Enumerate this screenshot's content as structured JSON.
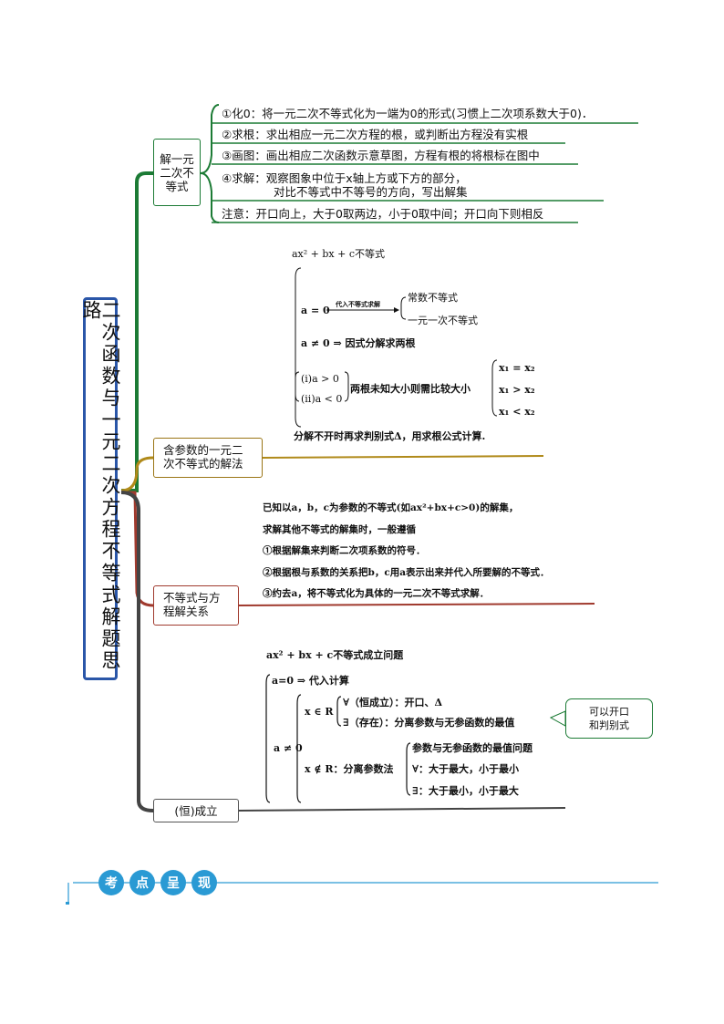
{
  "root_title": "二次函数与一元二次方程不等式解题思路",
  "branch1": {
    "label": "解一元二次不等式",
    "steps": [
      "①化0：将一元二次不等式化为一端为0的形式(习惯上二次项系数大于0)．",
      "②求根：求出相应一元二次方程的根，或判断出方程没有实根",
      "③画图：画出相应二次函数示意草图，方程有根的将根标在图中",
      "④求解：观察图象中位于x轴上方或下方的部分，",
      "对比不等式中不等号的方向，写出解集",
      "注意：开口向上，大于0取两边，小于0取中间；开口向下则相反"
    ]
  },
  "branch2": {
    "label": "含参数的一元二次不等式的解法",
    "title": "ax² + bx + c不等式",
    "case_a0": "a = 0",
    "arrow_label": "代入不等式求解",
    "a0_results": [
      "常数不等式",
      "一元一次不等式"
    ],
    "case_ane0": "a ≠ 0 ⇒ 因式分解求两根",
    "sub_cases": [
      "(i)a > 0",
      "(ii)a < 0"
    ],
    "compare_text": "两根未知大小则需比较大小",
    "compare_results": [
      "x₁ = x₂",
      "x₁ > x₂",
      "x₁ < x₂"
    ],
    "footer": "分解不开时再求判别式Δ，用求根公式计算."
  },
  "branch3": {
    "label": "不等式与方程解关系",
    "lines": [
      "已知以a，b，c为参数的不等式(如ax²+bx+c>0)的解集，",
      "求解其他不等式的解集时，一般遵循",
      "①根据解集来判断二次项系数的符号．",
      "②根据根与系数的关系把b，c用a表示出来并代入所要解的不等式．",
      "③约去a，将不等式化为具体的一元二次不等式求解．"
    ]
  },
  "branch4": {
    "label": "(恒)成立",
    "title": "ax² + bx + c不等式成立问题",
    "case_a0": "a=0 ⇒ 代入计算",
    "case_ane0": "a ≠ 0",
    "x_in_R": "x ∈ R",
    "forall": "∀（恒成立）：开口、Δ",
    "exists": "∃（存在）：分离参数与无参函数的最值",
    "x_notin_R": "x ∉ R：分离参数法",
    "sep_items": [
      "参数与无参函数的最值问题",
      "∀：大于最大，小于最小",
      "∃：大于最小，小于最大"
    ],
    "note": [
      "可以开口",
      "和判别式"
    ]
  },
  "section_header": [
    "考",
    "点",
    "呈",
    "现"
  ],
  "colors": {
    "blue": "#2a56a8",
    "green": "#1c7b35",
    "gold": "#9a7515",
    "red": "#a03a2e",
    "gray": "#444444",
    "accent": "#2a9ad4"
  }
}
